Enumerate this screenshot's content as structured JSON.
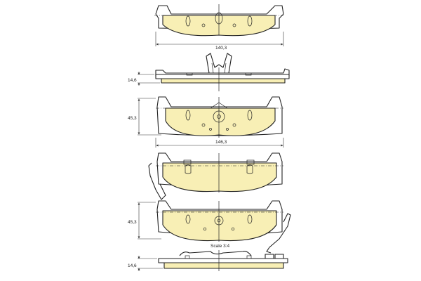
{
  "dimensions": {
    "width_top": "140,3",
    "width_mid": "146,3",
    "thickness_top": "14,6",
    "thickness_bottom": "14,6",
    "height_upper": "45,3",
    "height_lower": "45,3"
  },
  "scale_label": "Scale 3:4",
  "colors": {
    "pad_fill": "#f8efb5",
    "outline": "#222222"
  }
}
